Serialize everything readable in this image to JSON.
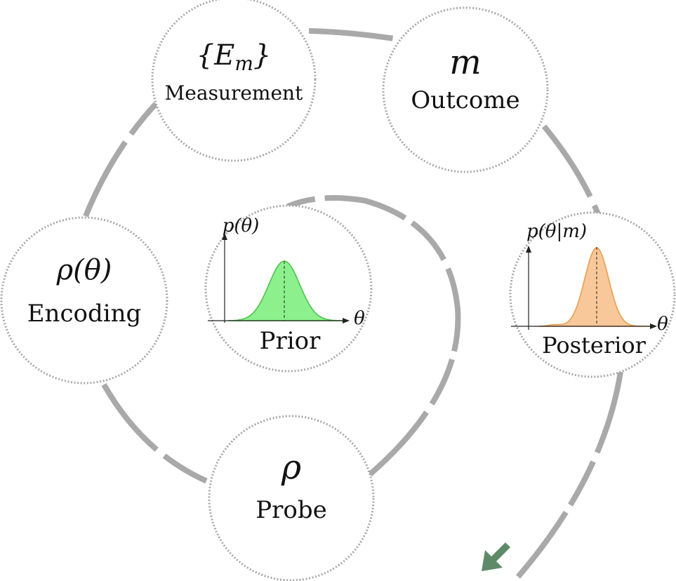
{
  "nodes": {
    "measurement": {
      "symbol": "{E",
      "symbol_sub": "m",
      "symbol_close": "}",
      "label": "Measurement"
    },
    "outcome": {
      "symbol": "m",
      "label": "Outcome"
    },
    "encoding": {
      "symbol": "ρ(θ)",
      "label": "Encoding"
    },
    "probe": {
      "symbol": "ρ",
      "label": "Probe"
    },
    "prior": {
      "ylabel": "p(θ)",
      "xlabel": "θ",
      "label": "Prior",
      "fill_color": "#8cf08c",
      "stroke_color": "#48c048"
    },
    "posterior": {
      "ylabel": "p(θ|m)",
      "xlabel": "θ",
      "label": "Posterior",
      "fill_color": "#f8c89a",
      "stroke_color": "#e89a4a"
    }
  },
  "arrow_color": "#5e8a68",
  "arc_color": "#a9a9a9"
}
